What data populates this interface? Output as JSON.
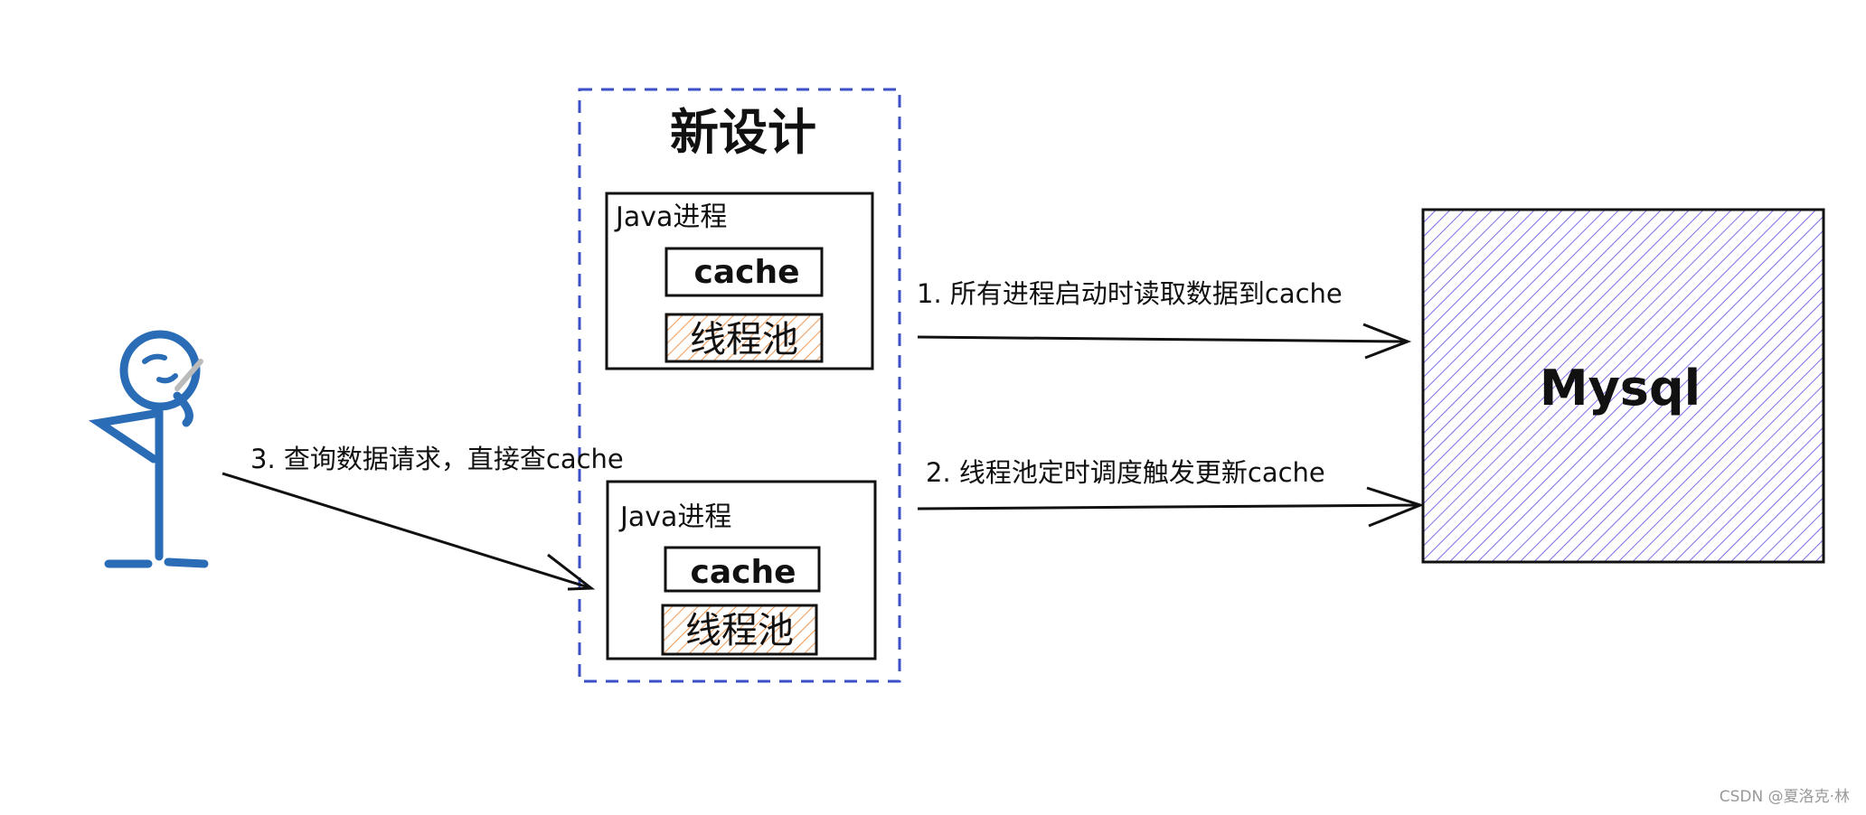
{
  "diagram": {
    "group_title": "新设计",
    "processes": [
      {
        "label": "Java进程",
        "cache_label": "cache",
        "pool_label": "线程池"
      },
      {
        "label": "Java进程",
        "cache_label": "cache",
        "pool_label": "线程池"
      }
    ],
    "arrows": [
      {
        "label": "1.  所有进程启动时读取数据到cache"
      },
      {
        "label": "2.  线程池定时调度触发更新cache"
      },
      {
        "label": "3.  查询数据请求，直接查cache"
      }
    ],
    "database": {
      "label": "Mysql"
    },
    "watermark": "CSDN @夏洛克·林"
  },
  "colors": {
    "group_border": "#3b4fc9",
    "pool_hatch": "#f0a060",
    "db_hatch": "#7b6ee8",
    "stick_figure": "#2a6cb5",
    "stroke": "#111111"
  }
}
